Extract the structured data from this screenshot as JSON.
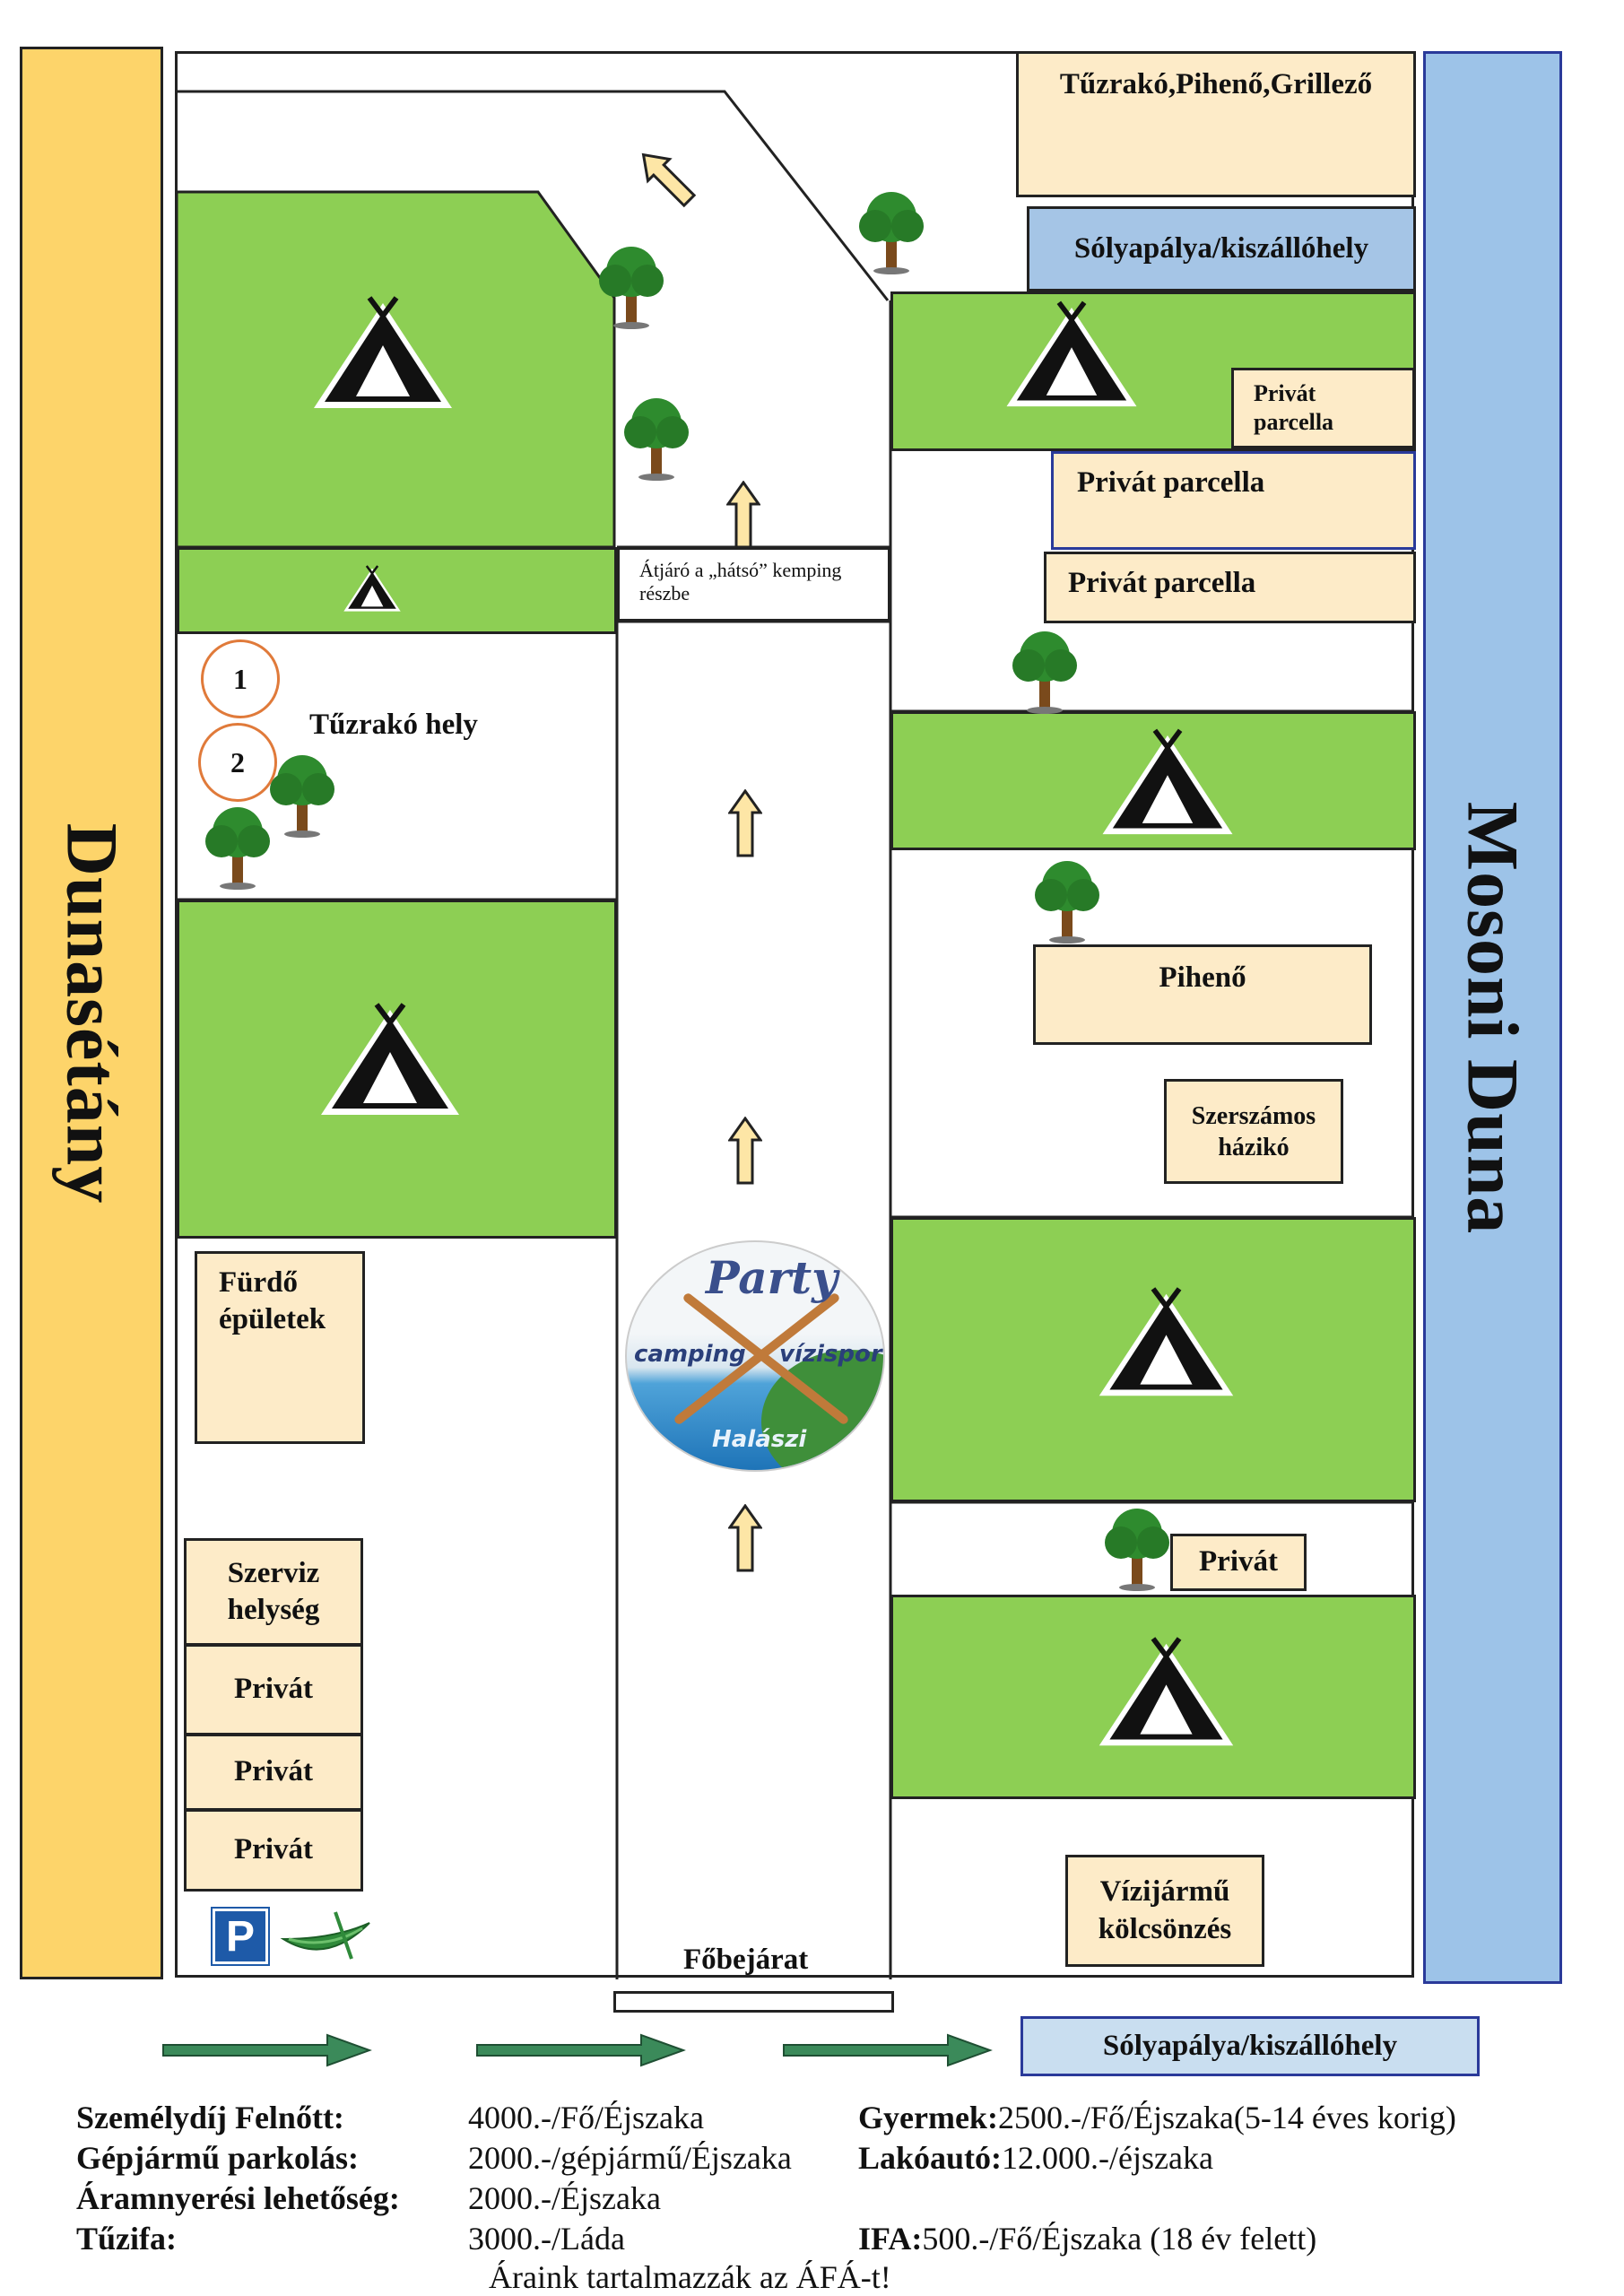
{
  "left_bar": {
    "label": "Dunasétány",
    "color": "#fdd46a"
  },
  "right_bar": {
    "label": "Mosoni Duna",
    "color": "#9dc3e8"
  },
  "top_right_box": "Tűzrakó,Pihenő,Grillező",
  "slipway_top": "Sólyapálya/kiszállóhely",
  "private_small": "Privát parcella",
  "private_parcel_1": "Privát parcella",
  "private_parcel_2": "Privát parcella",
  "passage_label": "Átjáró a „hátsó” kemping részbe",
  "fire_place_label": "Tűzrakó hely",
  "fire_numbers": [
    "1",
    "2"
  ],
  "rest_label": "Pihenő",
  "tool_shed_label": "Szerszámos házikó",
  "bath_label": "Fürdő épületek",
  "service_label": "Szerviz helység",
  "private_left": [
    "Privát",
    "Privát",
    "Privát"
  ],
  "private_right": "Privát",
  "boat_rental_label": "Vízijármű kölcsönzés",
  "main_entrance_label": "Főbejárat",
  "slipway_bottom": "Sólyapálya/kiszállóhely",
  "logo": {
    "top": "Party",
    "left": "camping",
    "right": "vízisport",
    "bottom": "Halászi"
  },
  "parking_icon": "parking-icon",
  "canoe_icon": "canoe-icon",
  "prices": {
    "adult_label": "Személydíj Felnőtt:",
    "adult_value": "4000.-/Fő/Éjszaka",
    "child_label": "Gyermek:",
    "child_value": "2500.-/Fő/Éjszaka(5-14 éves korig)",
    "parking_label": "Gépjármű parkolás:",
    "parking_value": "2000.-/gépjármű/Éjszaka",
    "camper_label": "Lakóautó:",
    "camper_value": "12.000.-/éjszaka",
    "power_label": "Áramnyerési lehetőség:",
    "power_value": "2000.-/Éjszaka",
    "wood_label": "Tűzifa:",
    "wood_value": "3000.-/Láda",
    "ifa_label": "IFA:",
    "ifa_value": "500.-/Fő/Éjszaka (18 év felett)",
    "vat_note": "Áraink tartalmazzák az ÁFÁ-t!"
  },
  "colors": {
    "green": "#8dcf54",
    "light_box": "#fdebc8",
    "blue_box": "#a5c5e6",
    "arrow_fill": "#fde6a6",
    "tree_green": "#2e8b2e",
    "bottom_arrow": "#3b8a5a"
  }
}
